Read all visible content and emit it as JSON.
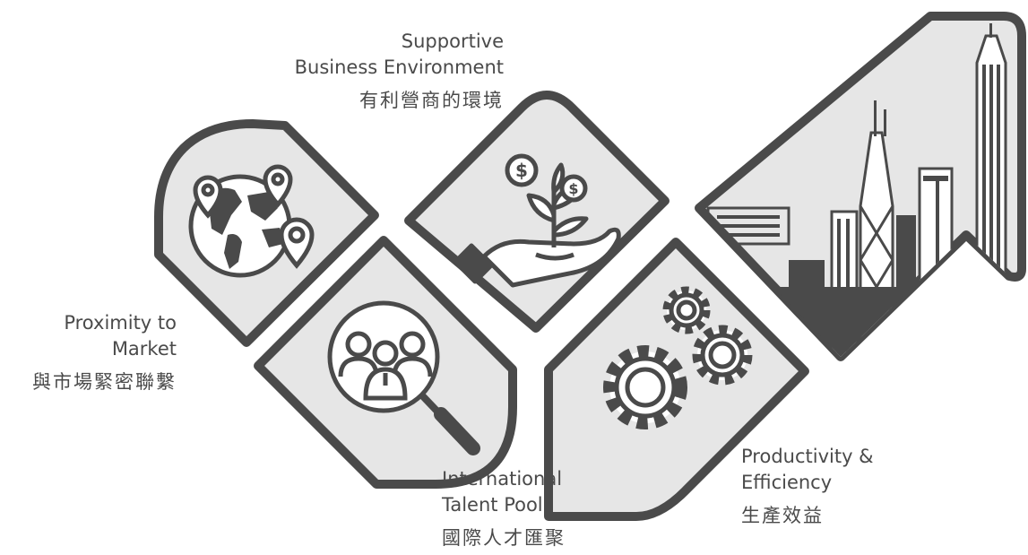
{
  "labels": {
    "business": {
      "line1": "Supportive",
      "line2": "Business Environment",
      "zh": "有利營商的環境"
    },
    "proximity": {
      "line1": "Proximity to",
      "line2": "Market",
      "zh": "與市場緊密聯繫"
    },
    "talent": {
      "line1": "International",
      "line2": "Talent Pool",
      "zh": "國際人才匯聚"
    },
    "productivity": {
      "line1": "Productivity &",
      "line2": "Efficiency",
      "zh": "生產效益"
    }
  },
  "icons": [
    "globe-icon",
    "money-plant-icon",
    "talent-search-icon",
    "gears-icon",
    "skyline-arrow-icon"
  ],
  "colors": {
    "stroke": "#4a4a4a",
    "fill": "#e6e6e6",
    "text": "#4a4a4a"
  }
}
